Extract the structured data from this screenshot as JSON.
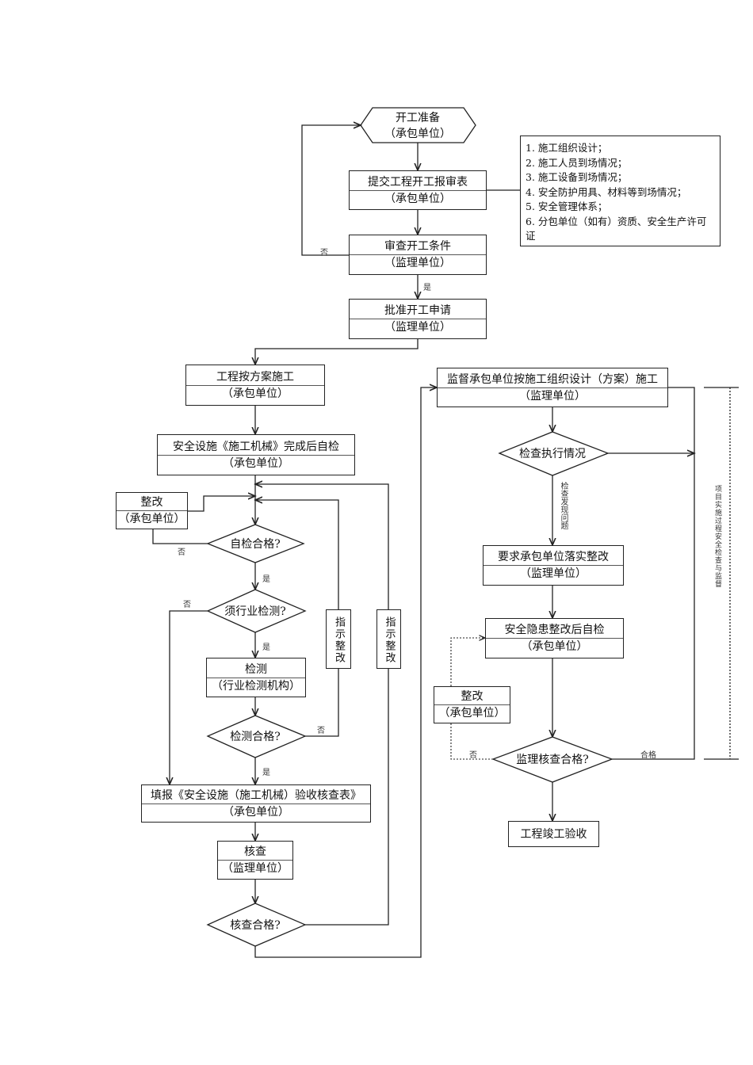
{
  "nodes": {
    "start": {
      "title": "开工准备",
      "unit": "（承包单位）"
    },
    "submit": {
      "title": "提交工程开工报审表",
      "unit": "（承包单位）"
    },
    "review": {
      "title": "审查开工条件",
      "unit": "（监理单位）"
    },
    "approve": {
      "title": "批准开工申请",
      "unit": "（监理单位）"
    },
    "construct": {
      "title": "工程按方案施工",
      "unit": "（承包单位）"
    },
    "selfcheck": {
      "title": "安全设施《施工机械》完成后自检",
      "unit": "（承包单位）"
    },
    "rectify1": {
      "title": "整改",
      "unit": "（承包单位）"
    },
    "selfpass": {
      "title": "自检合格?"
    },
    "needtest": {
      "title": "须行业检测?"
    },
    "test": {
      "title": "检测",
      "unit": "（行业检测机构）"
    },
    "testpass": {
      "title": "检测合格?"
    },
    "fillform": {
      "title": "填报《安全设施（施工机械）验收核查表》",
      "unit": "（承包单位）"
    },
    "verify": {
      "title": "核查",
      "unit": "（监理单位）"
    },
    "verifypass": {
      "title": "核查合格?"
    },
    "indicate1": {
      "title": "指示整改"
    },
    "indicate2": {
      "title": "指示整改"
    },
    "supervise": {
      "title": "监督承包单位按施工组织设计（方案）施工",
      "unit": "（监理单位）"
    },
    "checkexec": {
      "title": "检查执行情况"
    },
    "require": {
      "title": "要求承包单位落实整改",
      "unit": "（监理单位）"
    },
    "hazard": {
      "title": "安全隐患整改后自检",
      "unit": "（承包单位）"
    },
    "rectify2": {
      "title": "整改",
      "unit": "（承包单位）"
    },
    "supervisorpass": {
      "title": "监理核查合格?"
    },
    "completion": {
      "title": "工程竣工验收"
    }
  },
  "checklist": [
    "1. 施工组织设计；",
    "2. 施工人员到场情况；",
    "3. 施工设备到场情况；",
    "4. 安全防护用具、材料等到场情况；",
    "5. 安全管理体系；",
    "6. 分包单位（如有）资质、安全生产许可证"
  ],
  "labels": {
    "no": "否",
    "yes": "是",
    "pass": "合格",
    "check_found": "检查发现问题",
    "side_note": "项目实施过程安全检查与监督"
  }
}
